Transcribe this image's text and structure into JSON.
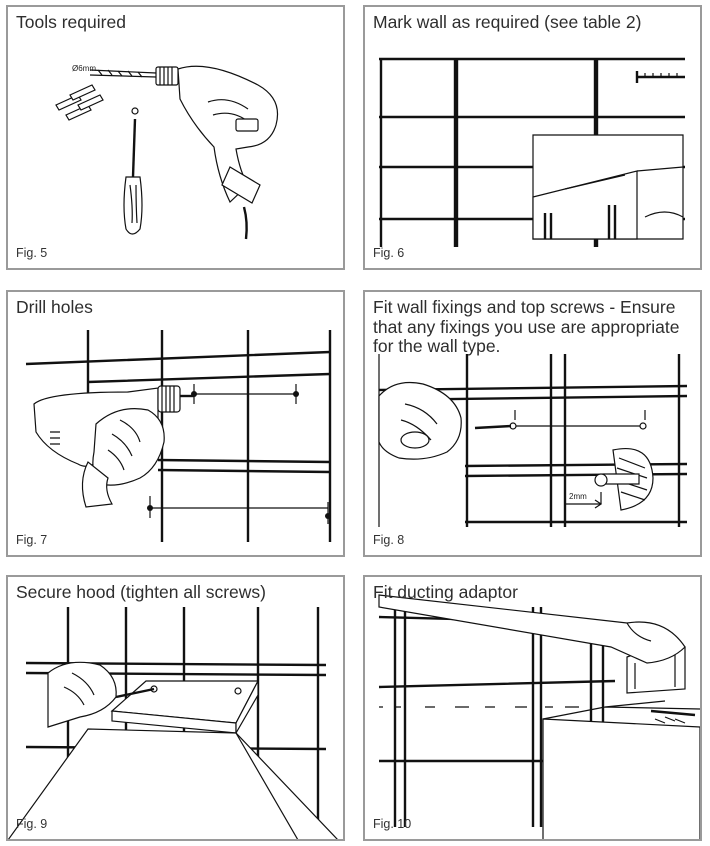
{
  "panels": [
    {
      "title": "Tools required",
      "fig": "Fig. 5",
      "label": "Ø6mm"
    },
    {
      "title": "Mark wall as required (see table 2)",
      "fig": "Fig. 6"
    },
    {
      "title": "Drill holes",
      "fig": "Fig. 7"
    },
    {
      "title": "Fit wall fixings and top screws - Ensure that any fixings you use are appropriate for the wall type.",
      "fig": "Fig. 8",
      "label": "2mm"
    },
    {
      "title": "Secure hood (tighten all screws)",
      "fig": "Fig. 9"
    },
    {
      "title": "Fit ducting adaptor",
      "fig": "Fig. 10"
    }
  ],
  "icons": [
    "drill-icon",
    "wall-plug-icon",
    "screwdriver-icon",
    "hand-icon",
    "screw-icon",
    "cooker-hood-icon",
    "duct-adaptor-icon"
  ]
}
